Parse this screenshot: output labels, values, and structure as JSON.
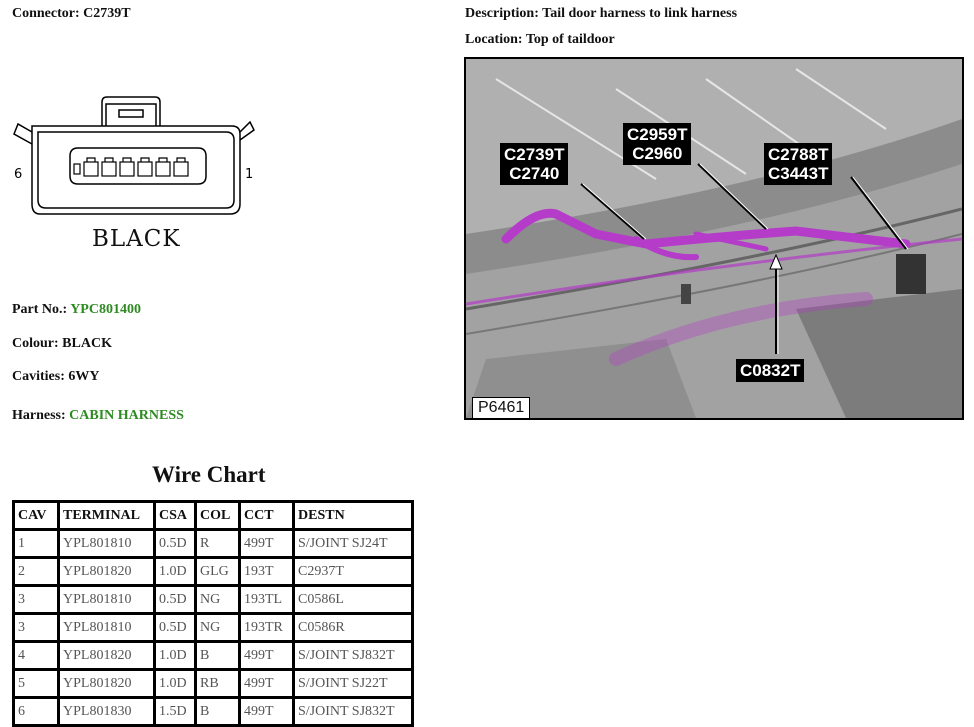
{
  "header": {
    "connector_label": "Connector:",
    "connector_id": "C2739T",
    "description_label": "Description:",
    "description": "Tail door harness to link harness",
    "location_label": "Location:",
    "location": "Top of taildoor"
  },
  "connector_diagram": {
    "pin_left": "6",
    "pin_right": "1",
    "colour_text": "BLACK"
  },
  "info": {
    "part_label": "Part No.:",
    "part_no": "YPC801400",
    "colour_label": "Colour:",
    "colour": "BLACK",
    "cavities_label": "Cavities:",
    "cavities": "6WY",
    "harness_label": "Harness:",
    "harness": "CABIN HARNESS"
  },
  "wire_chart": {
    "title": "Wire Chart",
    "headers": [
      "CAV",
      "TERMINAL",
      "CSA",
      "COL",
      "CCT",
      "DESTN"
    ],
    "rows": [
      [
        "1",
        "YPL801810",
        "0.5D",
        "R",
        "499T",
        "S/JOINT SJ24T"
      ],
      [
        "2",
        "YPL801820",
        "1.0D",
        "GLG",
        "193T",
        "C2937T"
      ],
      [
        "3",
        "YPL801810",
        "0.5D",
        "NG",
        "193TL",
        "C0586L"
      ],
      [
        "3",
        "YPL801810",
        "0.5D",
        "NG",
        "193TR",
        "C0586R"
      ],
      [
        "4",
        "YPL801820",
        "1.0D",
        "B",
        "499T",
        "S/JOINT SJ832T"
      ],
      [
        "5",
        "YPL801820",
        "1.0D",
        "RB",
        "499T",
        "S/JOINT SJ22T"
      ],
      [
        "6",
        "YPL801830",
        "1.5D",
        "B",
        "499T",
        "S/JOINT SJ832T"
      ]
    ]
  },
  "photo": {
    "callouts": {
      "c1_line1": "C2739T",
      "c1_line2": "C2740",
      "c2_line1": "C2959T",
      "c2_line2": "C2960",
      "c3_line1": "C2788T",
      "c3_line2": "C3443T",
      "c4": "C0832T"
    },
    "code": "P6461"
  },
  "colors": {
    "green_text": "#2e8b22",
    "harness_magenta": "#b43cc8"
  }
}
